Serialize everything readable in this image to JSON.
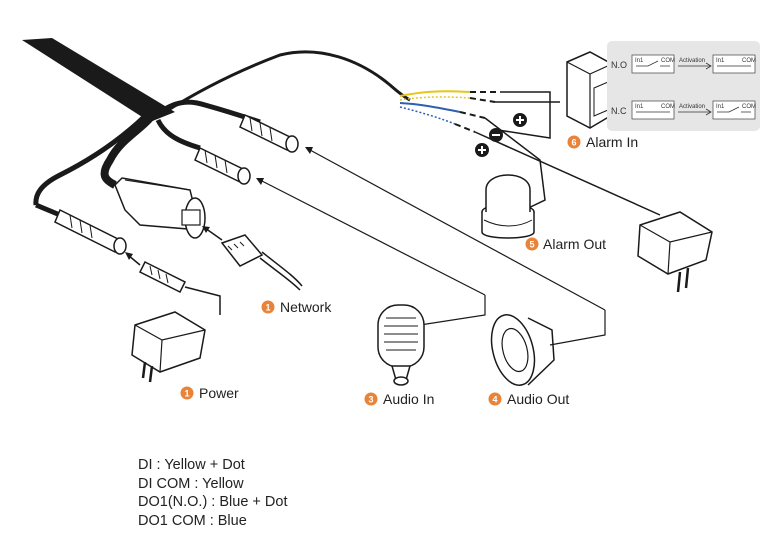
{
  "labels": {
    "network": "Network",
    "power": "Power",
    "audio_in": "Audio In",
    "audio_out": "Audio Out",
    "alarm_out": "Alarm Out",
    "alarm_in": "Alarm In"
  },
  "badges": {
    "network": "1",
    "power": "1",
    "audio_in": "3",
    "audio_out": "4",
    "alarm_out": "5",
    "alarm_in": "6"
  },
  "relay_box": {
    "no": {
      "mode": "N.O",
      "in_terminal": "In1",
      "com_terminal": "COM",
      "activation": "Activation",
      "in_terminal_after": "In1",
      "com_terminal_after": "COM"
    },
    "nc": {
      "mode": "N.C",
      "in_terminal": "In1",
      "com_terminal": "COM",
      "activation": "Activation",
      "in_terminal_after": "In1",
      "com_terminal_after": "COM"
    }
  },
  "legend": [
    "DI : Yellow + Dot",
    "DI COM : Yellow",
    "DO1(N.O.) : Blue + Dot",
    "DO1 COM : Blue"
  ],
  "colors": {
    "badge": "#e8833a",
    "cable": "#1a1a1a",
    "wire_yellow": "#e6c619",
    "wire_blue": "#2d5fb3",
    "relay_bg": "#e6e6e6"
  },
  "icons": {
    "plus": "plus-icon",
    "minus": "minus-icon"
  }
}
